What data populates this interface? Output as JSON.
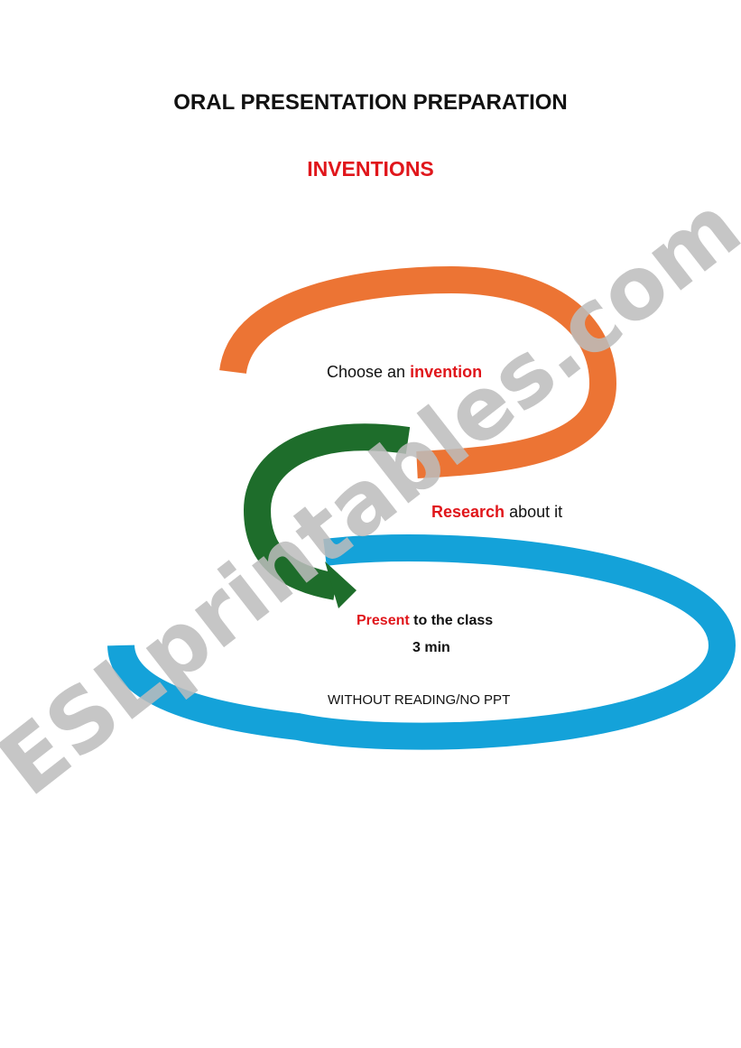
{
  "page": {
    "title": "ORAL PRESENTATION PREPARATION",
    "subtitle": "INVENTIONS"
  },
  "steps": {
    "choose": {
      "before": "Choose an ",
      "highlight": "invention"
    },
    "research": {
      "highlight": "Research",
      "after": " about it"
    },
    "present": {
      "highlight": "Present",
      "after": " to the class"
    },
    "duration": "3 min",
    "note": "WITHOUT READING/NO PPT"
  },
  "watermark": "ESLprintables.com",
  "colors": {
    "accent_red": "#e0161b",
    "orange": "#ec7434",
    "green": "#1e6d2b",
    "blue": "#14a2d9",
    "watermark": "#bdbdbd"
  }
}
